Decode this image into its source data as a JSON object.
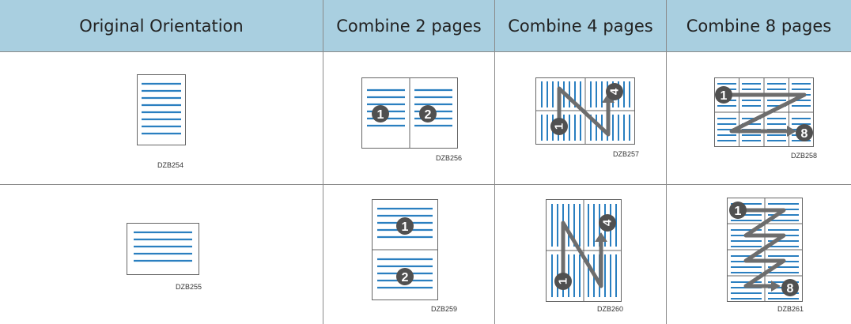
{
  "headers": [
    "Original Orientation",
    "Combine 2 pages",
    "Combine 4 pages",
    "Combine 8 pages"
  ],
  "rows": [
    {
      "codes": [
        "DZB254",
        "DZB256",
        "DZB257",
        "DZB258"
      ]
    },
    {
      "codes": [
        "DZB255",
        "DZB259",
        "DZB260",
        "DZB261"
      ]
    }
  ],
  "badges": {
    "one": "1",
    "two": "2",
    "four": "4",
    "eight": "8"
  },
  "colors": {
    "header_bg": "#a9cfe0",
    "line_blue": "#2a7fc0",
    "badge": "#505050",
    "arrow": "#6d6d6d",
    "grid": "#8a8a8a"
  }
}
